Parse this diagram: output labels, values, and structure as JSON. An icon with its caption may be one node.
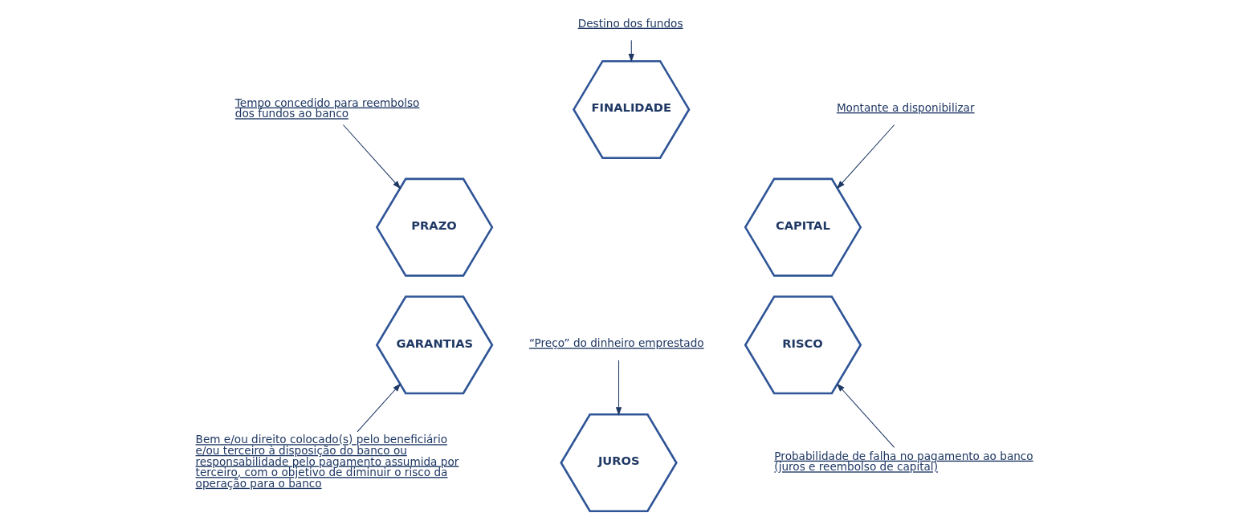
{
  "diagram": {
    "nodes": [
      {
        "text": [
          "Destino dos fundos"
        ]
      },
      {
        "text": [
          "FINALIDADE"
        ]
      },
      {
        "text": [
          "Tempo concedido para reembolso dos fundos ao banco"
        ]
      },
      {
        "text": [
          "Montante a disponibilizar"
        ]
      },
      {
        "text": [
          "CAPITAL"
        ]
      },
      {
        "text": [
          "PRAZO"
        ]
      },
      {
        "text": [
          "RISCO"
        ]
      },
      {
        "text": [
          "GARANTIAS"
        ]
      },
      {
        "text": [
          "JUROS"
        ]
      },
      {
        "text": [
          "Probabilidade de falha no pagamento ao banco (juros e reembolso de capital)"
        ]
      },
      {
        "text": [
          "Bem e/ou direito colocado(s) pelo beneficiário e/ou terceiro à disposição do banco ou responsabilidade pelo pagamento assumida por terceiro, com o objetivo de diminuir o risco da operação para o banco"
        ]
      },
      {
        "text": [
          "“Preço” do dinheiro emprestado"
        ]
      }
    ],
    "edges": [
      {
        "from": 0,
        "to": 1,
        "arrow": "to"
      },
      {
        "from": 2,
        "to": 5,
        "arrow": "to"
      },
      {
        "from": 3,
        "to": 4,
        "arrow": "to"
      },
      {
        "from": 9,
        "to": 6,
        "arrow": "to"
      },
      {
        "from": 10,
        "to": 7,
        "arrow": "to"
      },
      {
        "from": 11,
        "to": 8,
        "arrow": "to"
      }
    ]
  }
}
